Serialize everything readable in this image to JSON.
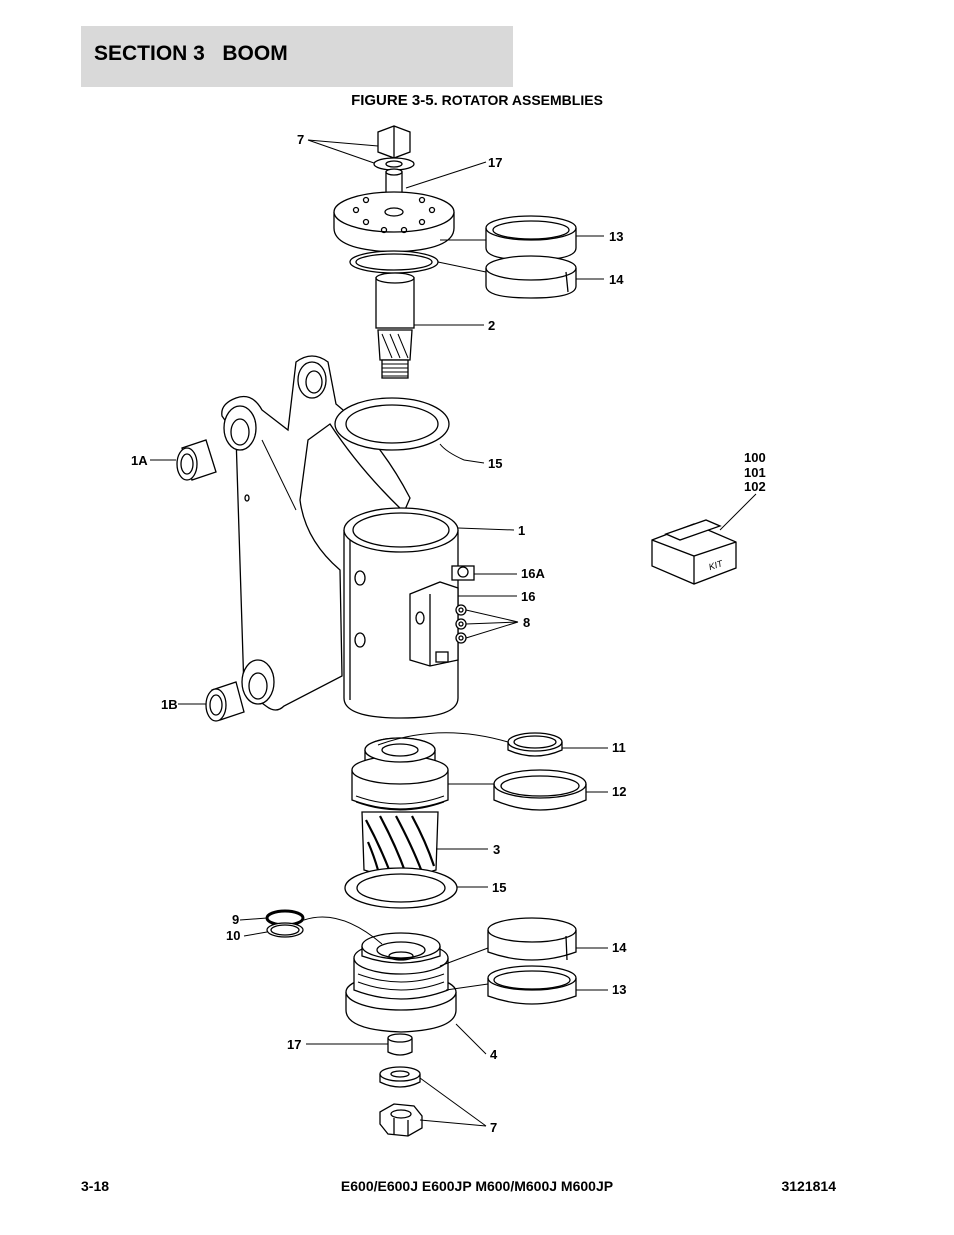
{
  "header": {
    "section": "SECTION 3   BOOM",
    "figure_label": "FIGURE 3-5.",
    "figure_name": "ROTATOR ASSEMBLIES"
  },
  "callouts": {
    "c7_top": "7",
    "c17_top": "17",
    "c13_top": "13",
    "c14_top": "14",
    "c2": "2",
    "c15_top": "15",
    "c1A": "1A",
    "c1": "1",
    "c16A": "16A",
    "c16": "16",
    "c8": "8",
    "c1B": "1B",
    "c100": "100",
    "c101": "101",
    "c102": "102",
    "c11": "11",
    "c12": "12",
    "c3": "3",
    "c15_bottom": "15",
    "c9": "9",
    "c10": "10",
    "c14_bottom": "14",
    "c13_bottom": "13",
    "c17_bottom": "17",
    "c4": "4",
    "c7_bottom": "7"
  },
  "kit_label": "KIT",
  "footer": {
    "page": "3-18",
    "models": "E600/E600J E600JP M600/M600J M600JP",
    "doc_number": "3121814"
  }
}
